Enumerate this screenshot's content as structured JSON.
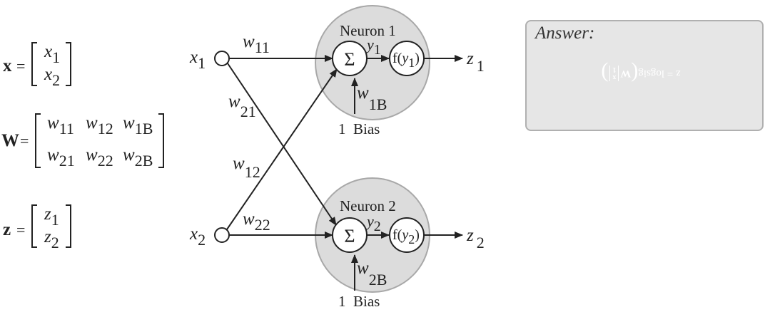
{
  "vectors": {
    "x_label": "x",
    "x_entries": [
      "x1",
      "x2"
    ],
    "W_label": "W",
    "W_row1": [
      "w11",
      "w12",
      "w1B"
    ],
    "W_row2": [
      "w21",
      "w22",
      "w2B"
    ],
    "z_label": "z",
    "z_entries": [
      "z1",
      "z2"
    ],
    "equals": "="
  },
  "network": {
    "input_1": {
      "base": "x",
      "sub": "1"
    },
    "input_2": {
      "base": "x",
      "sub": "2"
    },
    "weights": {
      "w11": {
        "base": "w",
        "sub": "11"
      },
      "w21": {
        "base": "w",
        "sub": "21"
      },
      "w12": {
        "base": "w",
        "sub": "12"
      },
      "w22": {
        "base": "w",
        "sub": "22"
      }
    },
    "neuron_1": {
      "title": "Neuron 1",
      "sum_symbol": "Σ",
      "y": {
        "base": "y",
        "sub": "1"
      },
      "activation": {
        "prefix": "f(",
        "base": "y",
        "sub": "1",
        "suffix": ")"
      },
      "bias_weight": {
        "base": "w",
        "sub": "1B"
      },
      "bias_label": "1  Bias",
      "output": {
        "base": "z",
        "sub": "1"
      }
    },
    "neuron_2": {
      "title": "Neuron 2",
      "sum_symbol": "Σ",
      "y": {
        "base": "y",
        "sub": "2"
      },
      "activation": {
        "prefix": "f(",
        "base": "y",
        "sub": "2",
        "suffix": ")"
      },
      "bias_weight": {
        "base": "w",
        "sub": "2B"
      },
      "bias_label": "1  Bias",
      "output": {
        "base": "z",
        "sub": "2"
      }
    }
  },
  "answer": {
    "label": "Answer:",
    "formula_lhs": "z =",
    "formula_fn": "logsig",
    "formula_arg": "W",
    "formula_vec": [
      "x",
      "1"
    ]
  },
  "colors": {
    "neuron_fill": "#dcdcdc",
    "neuron_stroke": "#a8a8a8",
    "answer_bg": "#e6e6e6",
    "answer_border": "#b0b0b0",
    "formula_text": "#ffffff"
  }
}
